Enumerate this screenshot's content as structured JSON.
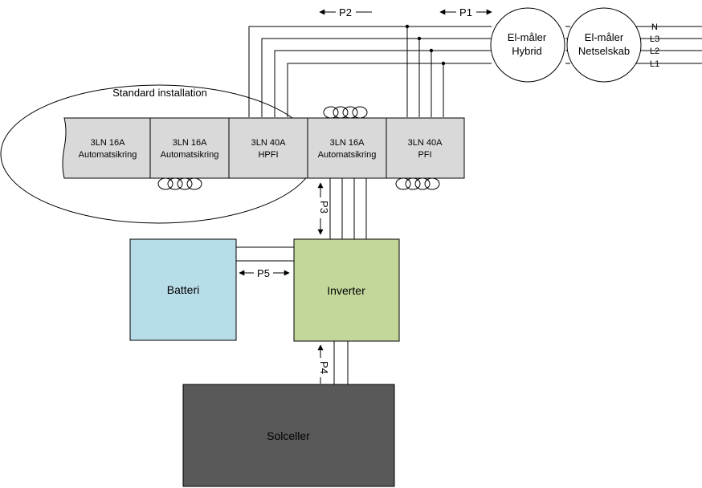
{
  "standard_installation": "Standard installation",
  "breakers": [
    {
      "line1": "3LN 16A",
      "line2": "Automatsikring"
    },
    {
      "line1": "3LN 16A",
      "line2": "Automatsikring"
    },
    {
      "line1": "3LN 40A",
      "line2": "HPFI"
    },
    {
      "line1": "3LN 16A",
      "line2": "Automatsikring"
    },
    {
      "line1": "3LN 40A",
      "line2": "PFI"
    }
  ],
  "meters": [
    {
      "line1": "El-måler",
      "line2": "Hybrid"
    },
    {
      "line1": "El-måler",
      "line2": "Netselskab"
    }
  ],
  "phases": [
    "N",
    "L3",
    "L2",
    "L1"
  ],
  "flows": {
    "p1": "P1",
    "p2": "P2",
    "p3": "P3",
    "p4": "P4",
    "p5": "P5"
  },
  "blocks": {
    "battery": "Batteri",
    "inverter": "Inverter",
    "solar": "Solceller"
  },
  "colors": {
    "breaker_fill": "#d9d9d9",
    "battery_fill": "#b7dde8",
    "inverter_fill": "#c4d79b",
    "solar_fill": "#595959"
  }
}
